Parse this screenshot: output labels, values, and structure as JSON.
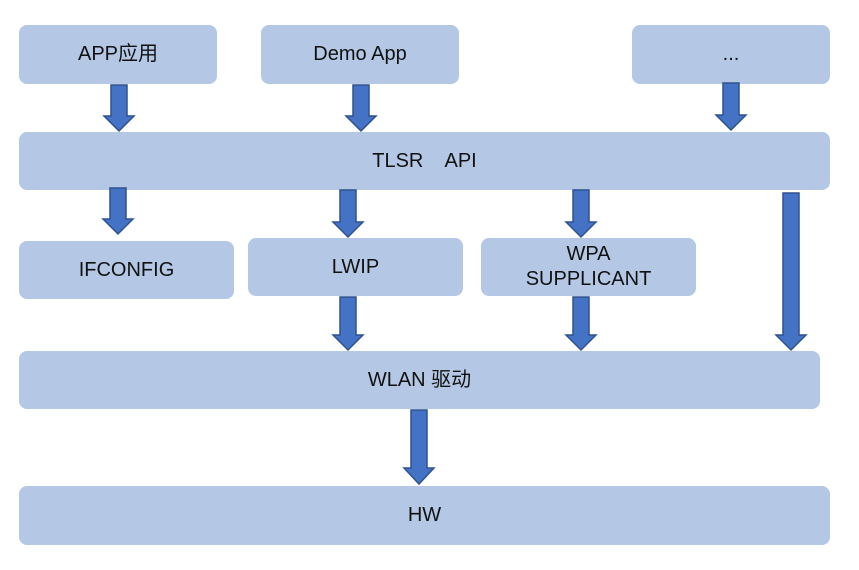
{
  "colors": {
    "box_fill": "#b4c8e6",
    "arrow_fill": "#4472c4",
    "arrow_stroke": "#2f528f",
    "text": "#111111"
  },
  "diagram": {
    "top_row": {
      "app": "APP应用",
      "demo": "Demo App",
      "more": "..."
    },
    "api": "TLSR    API",
    "middle_row": {
      "ifconfig": "IFCONFIG",
      "lwip": "LWIP",
      "wpa": "WPA\nSUPPLICANT"
    },
    "wlan": "WLAN 驱动",
    "hw": "HW"
  }
}
